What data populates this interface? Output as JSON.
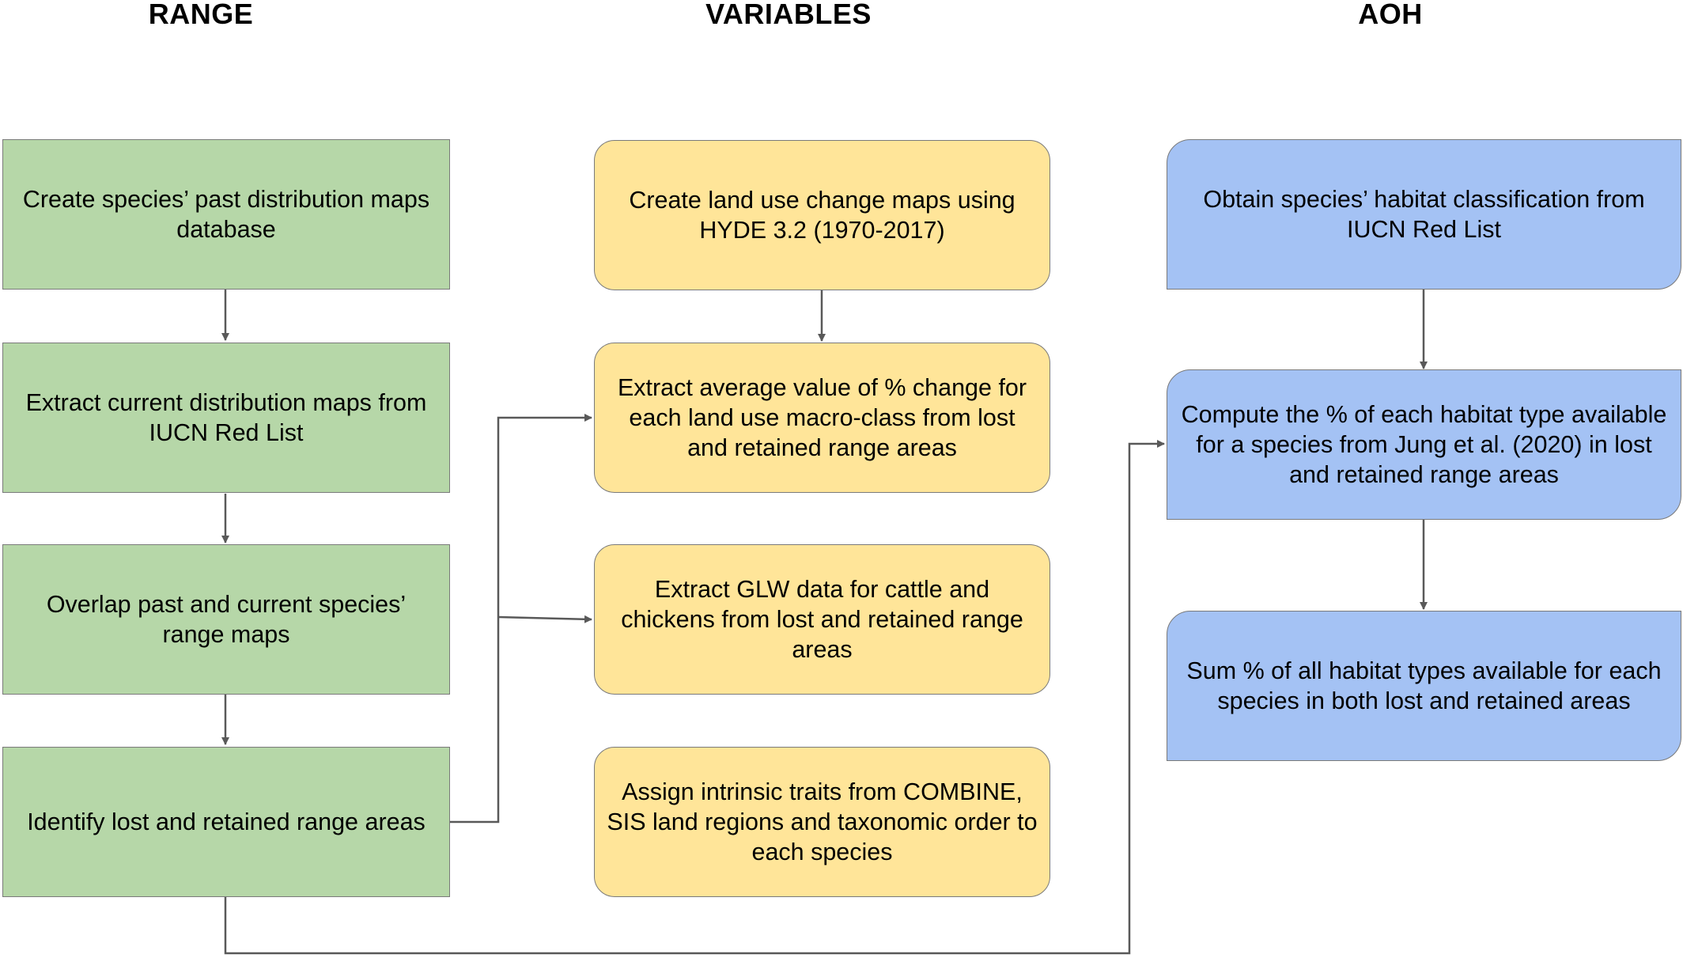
{
  "columns": {
    "range": "RANGE",
    "variables": "VARIABLES",
    "aoh": "AOH"
  },
  "range_boxes": [
    "Create species’ past distribution maps database",
    "Extract current distribution maps from IUCN Red List",
    "Overlap past and current species’ range maps",
    "Identify lost and retained range areas"
  ],
  "variables_boxes": [
    "Create land use change maps using HYDE 3.2 (1970-2017)",
    "Extract average value of % change for each land use macro-class from lost and retained range areas",
    "Extract GLW data for cattle and chickens from lost and retained range areas",
    "Assign intrinsic traits from COMBINE, SIS land regions and taxonomic order to each species"
  ],
  "aoh_boxes": [
    "Obtain species’ habitat classification from IUCN Red List",
    "Compute the % of each habitat type available for a species from Jung et al. (2020) in lost and retained range areas",
    "Sum % of all habitat types available for each species  in both lost and retained areas"
  ],
  "colors": {
    "range_fill": "#b6d7a8",
    "variables_fill": "#ffe599",
    "aoh_fill": "#a4c2f4",
    "connector": "#595959"
  }
}
